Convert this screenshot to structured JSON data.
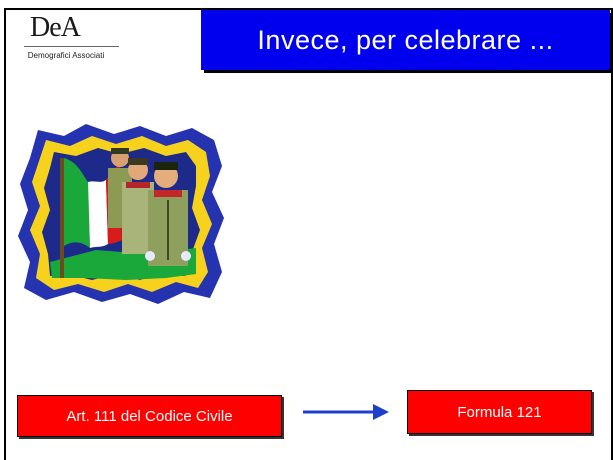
{
  "logo": {
    "mark": "DeA",
    "subtitle": "Demografici Associati"
  },
  "slide": {
    "title": "Invece, per celebrare ...",
    "left_box": "Art. 111 del Codice Civile",
    "right_box": "Formula 121",
    "clipart": "soldiers-with-italian-flag",
    "arrow": "arrow-right-icon"
  },
  "colors": {
    "title_bg": "#0000ee",
    "box_bg": "#ff0000",
    "arrow": "#1e3fcc",
    "flag_green": "#1aa83a",
    "flag_white": "#ffffff",
    "flag_red": "#d81b1b"
  }
}
